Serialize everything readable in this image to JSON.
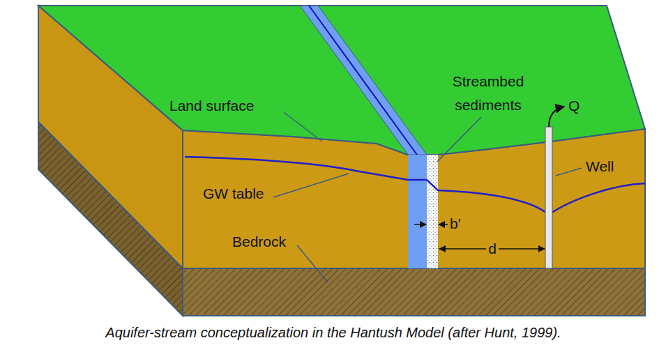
{
  "diagram": {
    "caption": "Aquifer-stream conceptualization in the Hantush Model (after Hunt, 1999).",
    "labels": [
      "Streambed sediments",
      "Land surface",
      "Q",
      "Well",
      "GW table",
      "b′",
      "Bedrock",
      "d"
    ]
  }
}
